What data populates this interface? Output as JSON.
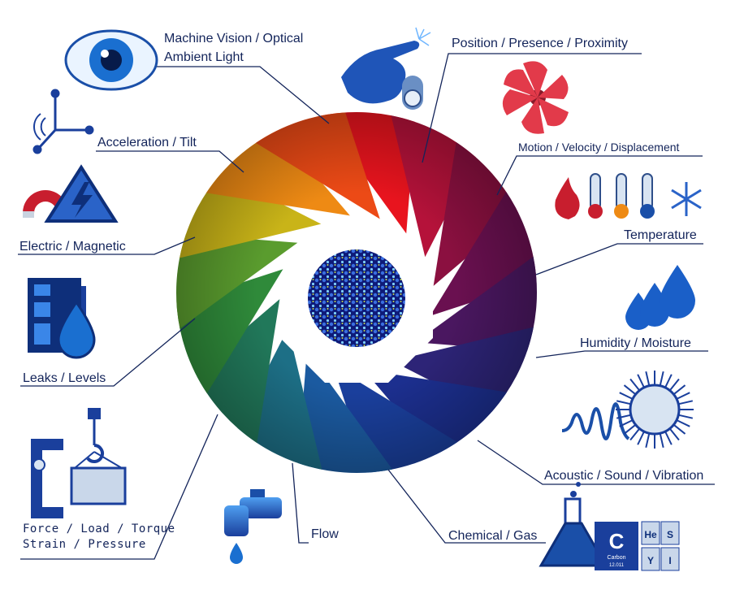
{
  "diagram": {
    "wheel_colors": [
      "#e8141e",
      "#b5123a",
      "#8b1040",
      "#6a1050",
      "#4a1760",
      "#2d2477",
      "#1c2f8f",
      "#1a3f9c",
      "#1b5aa0",
      "#1d6f86",
      "#21785a",
      "#2f8a3a",
      "#5a9c2e",
      "#c9b418",
      "#ee8a14",
      "#ec4a16"
    ],
    "labels": {
      "machine_vision": "Machine Vision / Optical",
      "ambient_light": "Ambient Light",
      "position": "Position / Presence / Proximity",
      "acceleration": "Acceleration / Tilt",
      "motion": "Motion / Velocity / Displacement",
      "electric": "Electric / Magnetic",
      "temperature": "Temperature",
      "leaks": "Leaks / Levels",
      "humidity": "Humidity / Moisture",
      "acoustic": "Acoustic / Sound / Vibration",
      "force_1": "Force / Load / Torque",
      "force_2": "Strain / Pressure",
      "flow": "Flow",
      "chemical": "Chemical / Gas"
    },
    "element_tiles": [
      {
        "symbol": "C",
        "name": "Carbon",
        "number": "12.011"
      },
      {
        "symbol": "He",
        "name": "",
        "number": ""
      },
      {
        "symbol": "S",
        "name": "",
        "number": ""
      },
      {
        "symbol": "Y",
        "name": "",
        "number": ""
      },
      {
        "symbol": "I",
        "name": "",
        "number": ""
      }
    ],
    "icons": [
      "eye-icon",
      "pointing-hand-icon",
      "toggle-switch-icon",
      "axes-tilt-icon",
      "fan-icon",
      "magnet-icon",
      "high-voltage-icon",
      "flame-icon",
      "thermometer-icon",
      "snowflake-icon",
      "tank-level-icon",
      "water-drop-icon",
      "humidity-drops-icon",
      "sound-wave-icon",
      "burst-icon",
      "clamp-icon",
      "crane-hook-icon",
      "faucet-icon",
      "flask-icon",
      "periodic-table-icon"
    ],
    "accent_color": "#1a4fa8",
    "text_color": "#13245a"
  }
}
